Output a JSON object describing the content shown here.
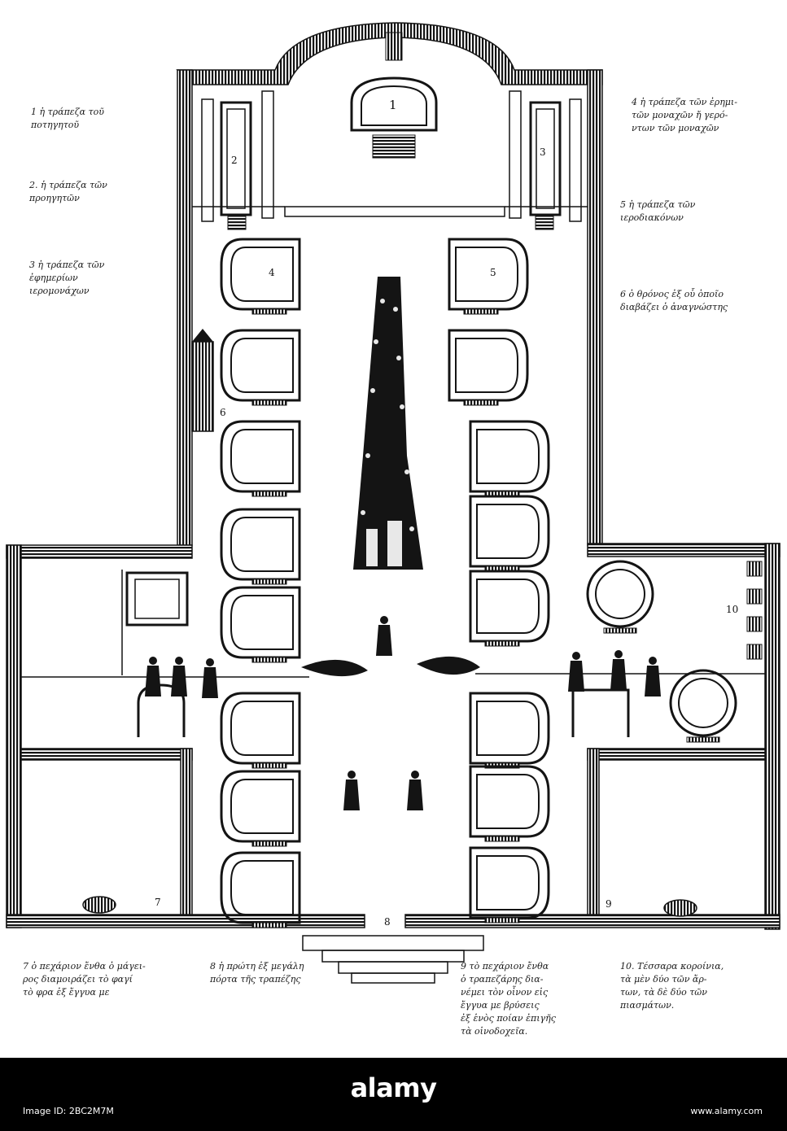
{
  "legend": {
    "l1": "1 ἡ τράπεζα τοῦ\nποτηγητοῦ",
    "l2": "2. ἡ τράπεζα τῶν\nπροηγητῶν",
    "l3": "3 ἡ τράπεζα τῶν\nἐφημερίων\nιερομονάχων",
    "l4": "4 ἡ τράπεζα τῶν ἐρημι-\nτῶν μοναχῶν ἤ γερό-\nντων τῶν μοναχῶν",
    "l5": "5 ἡ τράπεζα τῶν\nιεροδιακόνων",
    "l6": "6 ὁ θρόνος ἐξ οὗ ὁποῖο\nδιαβάζει ὁ ἀναγνώστης",
    "l7": "7 ὁ πεχάριον ἔνθα ὁ μάγει-\nρος διαμοιράζει τὸ φαγί\nτὸ φρα ἐξ ἔγγυα με",
    "l8": "8 ἡ πρώτη ἐξ μεγάλη\nπόρτα τῆς τραπέζης",
    "l9": "9 τὸ πεχάριον ἔνθα\nὁ τραπεζάρης δια-\nνέμει τὸν οἶνον εἰς\nἔγγυα με βρύσεις\nἐξ ἑνὸς ποίαν ἐπιγῆς\nτὰ οἰνοδοχεῖα.",
    "l10": "10. Τέσσαρα κοροίνια,\nτὰ μὲν δύο τῶν ἄρ-\nτων, τὰ δὲ δύο τῶν\nπιασμάτων."
  },
  "plan_numbers": {
    "n1": "1",
    "n2": "2",
    "n3": "3",
    "n4": "4",
    "n5": "5",
    "n6": "6",
    "n7": "7",
    "n8": "8",
    "n9": "9",
    "n10": "10"
  },
  "footer": {
    "brand_main": "alamy",
    "brand_sub": "",
    "image_id": "Image ID: 2BC2M7M",
    "url": "www.alamy.com"
  },
  "colors": {
    "ink": "#141414",
    "paper": "#ffffff",
    "footer_bg": "#000000"
  }
}
